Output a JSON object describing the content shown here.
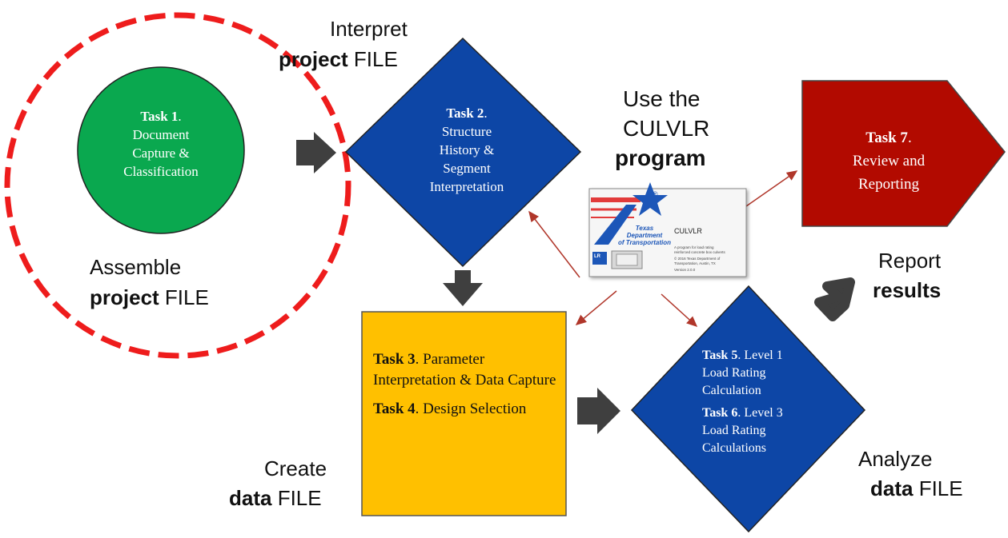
{
  "labels": {
    "interpret": "Interpret",
    "interpret_project": "project",
    "interpret_file": "FILE",
    "use_the": "Use the",
    "culvlr": "CULVLR",
    "program": "program",
    "assemble": "Assemble",
    "assemble_project": "project",
    "assemble_file": "FILE",
    "report": "Report",
    "results": "results",
    "create": "Create",
    "create_data": "data",
    "create_file": "FILE",
    "analyze": "Analyze",
    "analyze_data": "data",
    "analyze_file": "FILE"
  },
  "tasks": {
    "t1": {
      "title": "Task 1",
      "lines": [
        "Document",
        "Capture &",
        "Classification"
      ]
    },
    "t2": {
      "title": "Task 2",
      "lines": [
        "Structure",
        "History &",
        "Segment",
        "Interpretation"
      ]
    },
    "t3": {
      "title": "Task 3",
      "text": "Parameter Interpretation & Data Capture"
    },
    "t4": {
      "title": "Task 4",
      "text": "Design Selection"
    },
    "t5": {
      "title": "Task 5",
      "text1": "Level 1",
      "lines": [
        "Load Rating",
        "Calculation"
      ]
    },
    "t6": {
      "title": "Task 6",
      "text1": "Level 3",
      "lines": [
        "Load Rating",
        "Calculations"
      ]
    },
    "t7": {
      "title": "Task 7",
      "lines": [
        "Review and",
        "Reporting"
      ]
    }
  },
  "logo": {
    "org_line1": "Texas",
    "org_line2": "Department",
    "org_line3": "of Transportation",
    "product": "CULVLR",
    "desc1": "A program for load rating",
    "desc2": "reinforced concrete box culverts",
    "copy1": "© 2016 Texas Department of",
    "copy2": "Transportation, Austin, TX",
    "version": "Version 2.0.0",
    "badge": "LR",
    "registered": "®"
  },
  "colors": {
    "circle_fill": "#0aa84f",
    "diamond_fill": "#0d46a6",
    "square_fill": "#ffc000",
    "pentagon_fill": "#b20a00",
    "dash": "#ee1c1c",
    "arrow": "#3f3f3f",
    "thin_arrow": "#c0392b"
  }
}
